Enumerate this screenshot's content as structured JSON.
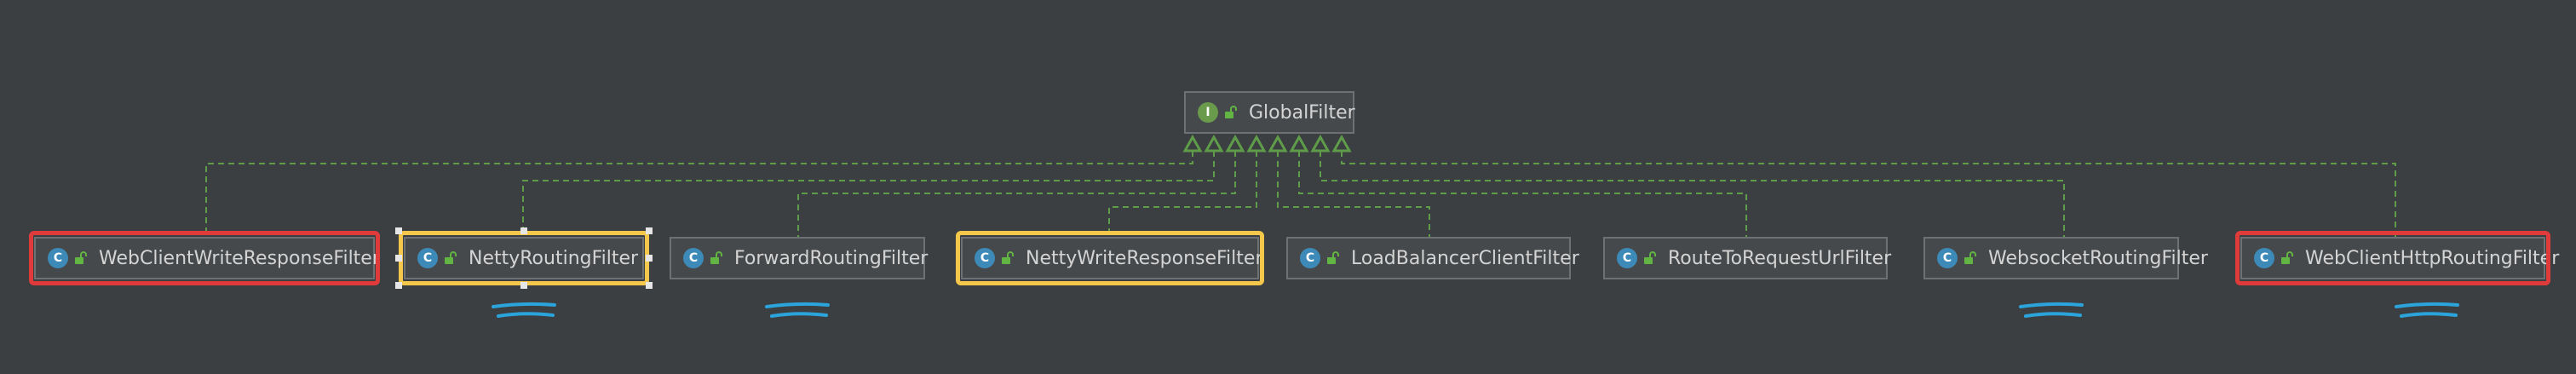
{
  "colors": {
    "background": "#3c3f41",
    "node_fill": "#46494b",
    "node_border": "#6e7173",
    "text": "#d4d4d4",
    "edge": "#5f9c4a",
    "class_badge": "#3d8ab8",
    "interface_badge": "#6a9a4b",
    "highlight_red": "#e03b3b",
    "highlight_yellow": "#f5c84c",
    "scribble_blue": "#2aa4db"
  },
  "nodes": [
    {
      "id": "global",
      "label": "GlobalFilter",
      "kind_letter": "I",
      "kind_icon": "interface-icon",
      "lock_icon": "unlock-icon"
    },
    {
      "id": "n1",
      "label": "WebClientWriteResponseFilter",
      "kind_letter": "C",
      "kind_icon": "class-icon",
      "lock_icon": "unlock-icon",
      "highlight": "red"
    },
    {
      "id": "n2",
      "label": "NettyRoutingFilter",
      "kind_letter": "C",
      "kind_icon": "class-icon",
      "lock_icon": "unlock-icon",
      "highlight": "yellow",
      "selected": true,
      "underline": true
    },
    {
      "id": "n3",
      "label": "ForwardRoutingFilter",
      "kind_letter": "C",
      "kind_icon": "class-icon",
      "lock_icon": "unlock-icon",
      "underline": true
    },
    {
      "id": "n4",
      "label": "NettyWriteResponseFilter",
      "kind_letter": "C",
      "kind_icon": "class-icon",
      "lock_icon": "unlock-icon",
      "highlight": "yellow"
    },
    {
      "id": "n5",
      "label": "LoadBalancerClientFilter",
      "kind_letter": "C",
      "kind_icon": "class-icon",
      "lock_icon": "unlock-icon"
    },
    {
      "id": "n6",
      "label": "RouteToRequestUrlFilter",
      "kind_letter": "C",
      "kind_icon": "class-icon",
      "lock_icon": "unlock-icon"
    },
    {
      "id": "n7",
      "label": "WebsocketRoutingFilter",
      "kind_letter": "C",
      "kind_icon": "class-icon",
      "lock_icon": "unlock-icon",
      "underline": true
    },
    {
      "id": "n8",
      "label": "WebClientHttpRoutingFilter",
      "kind_letter": "C",
      "kind_icon": "class-icon",
      "lock_icon": "unlock-icon",
      "highlight": "red",
      "underline": true
    }
  ],
  "edges": [
    {
      "from": "n1",
      "to": "global",
      "style": "dashed",
      "arrow": "hollow-triangle"
    },
    {
      "from": "n2",
      "to": "global",
      "style": "dashed",
      "arrow": "hollow-triangle"
    },
    {
      "from": "n3",
      "to": "global",
      "style": "dashed",
      "arrow": "hollow-triangle"
    },
    {
      "from": "n4",
      "to": "global",
      "style": "dashed",
      "arrow": "hollow-triangle"
    },
    {
      "from": "n5",
      "to": "global",
      "style": "dashed",
      "arrow": "hollow-triangle"
    },
    {
      "from": "n6",
      "to": "global",
      "style": "dashed",
      "arrow": "hollow-triangle"
    },
    {
      "from": "n7",
      "to": "global",
      "style": "dashed",
      "arrow": "hollow-triangle"
    },
    {
      "from": "n8",
      "to": "global",
      "style": "dashed",
      "arrow": "hollow-triangle"
    }
  ]
}
